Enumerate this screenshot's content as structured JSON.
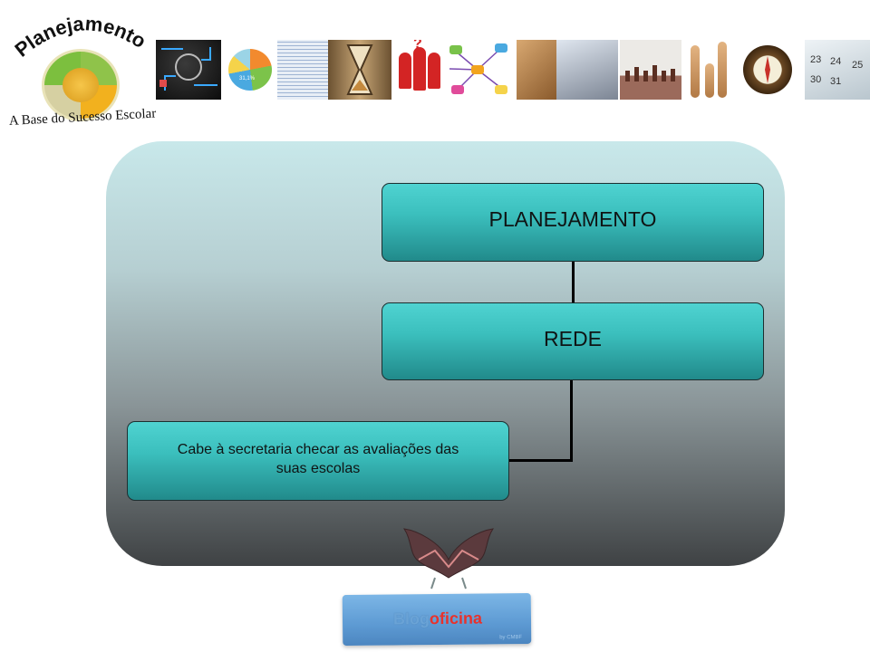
{
  "header": {
    "logo": {
      "title": "Planejamento",
      "tagline": "A Base do Sucesso Escolar",
      "wheel_colors": [
        "#8fc34a",
        "#f2b11e",
        "#7cbf3e"
      ]
    },
    "photo_strip": [
      {
        "icon": "circuit-board-image"
      },
      {
        "icon": "pie-chart-image",
        "label": "31,1%"
      },
      {
        "icon": "report-document-image"
      },
      {
        "icon": "hourglass-image"
      },
      {
        "icon": "question-people-image"
      },
      {
        "icon": "mind-map-image"
      },
      {
        "icon": "tools-image"
      },
      {
        "icon": "drafting-hands-image"
      },
      {
        "icon": "chess-pieces-image"
      },
      {
        "icon": "wooden-figures-image"
      },
      {
        "icon": "compass-image"
      },
      {
        "icon": "calendar-image",
        "numbers": [
          "23",
          "24",
          "25",
          "30",
          "31"
        ]
      }
    ]
  },
  "diagram": {
    "nodes": [
      {
        "id": "planejamento",
        "label": "PLANEJAMENTO"
      },
      {
        "id": "rede",
        "label": "REDE"
      },
      {
        "id": "cabe",
        "label": "Cabe à secretaria checar as avaliações das suas escolas"
      }
    ],
    "node_color": "#3bbfbd",
    "panel_gradient": [
      "#c8e8ea",
      "#3f4244"
    ]
  },
  "footer": {
    "badge": {
      "blog": "Blog",
      "oficina": "oficina",
      "byline": "by CMBF",
      "accent": "#e8322c"
    }
  }
}
